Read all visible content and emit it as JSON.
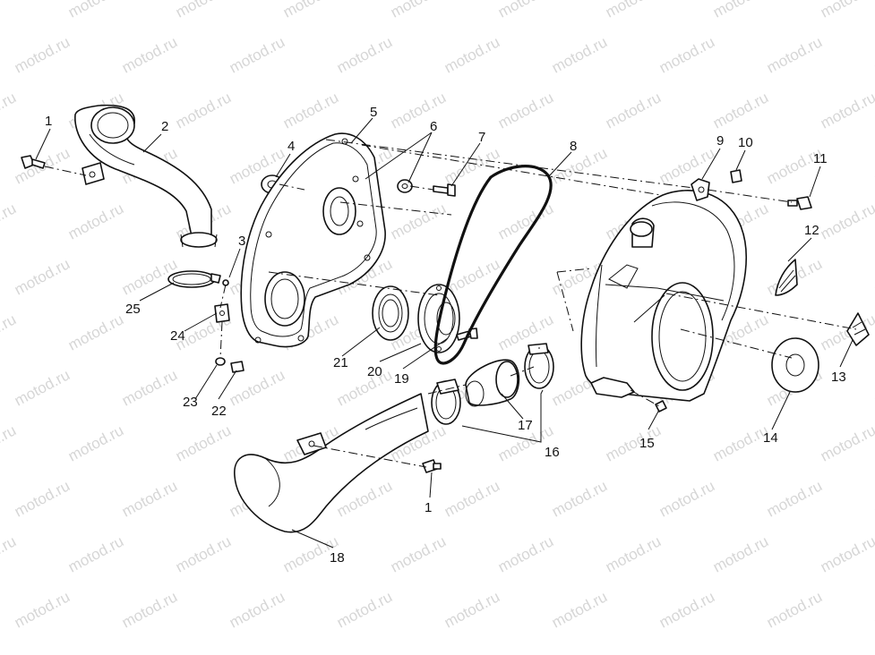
{
  "watermark": "motod.ru",
  "callouts": {
    "c1a": "1",
    "c1b": "1",
    "c2": "2",
    "c3": "3",
    "c4": "4",
    "c5": "5",
    "c6": "6",
    "c7": "7",
    "c8": "8",
    "c9": "9",
    "c10": "10",
    "c11": "11",
    "c12": "12",
    "c13": "13",
    "c14": "14",
    "c15": "15",
    "c16": "16",
    "c17": "17",
    "c18": "18",
    "c19": "19",
    "c20": "20",
    "c21": "21",
    "c22": "22",
    "c23": "23",
    "c24": "24",
    "c25": "25"
  }
}
